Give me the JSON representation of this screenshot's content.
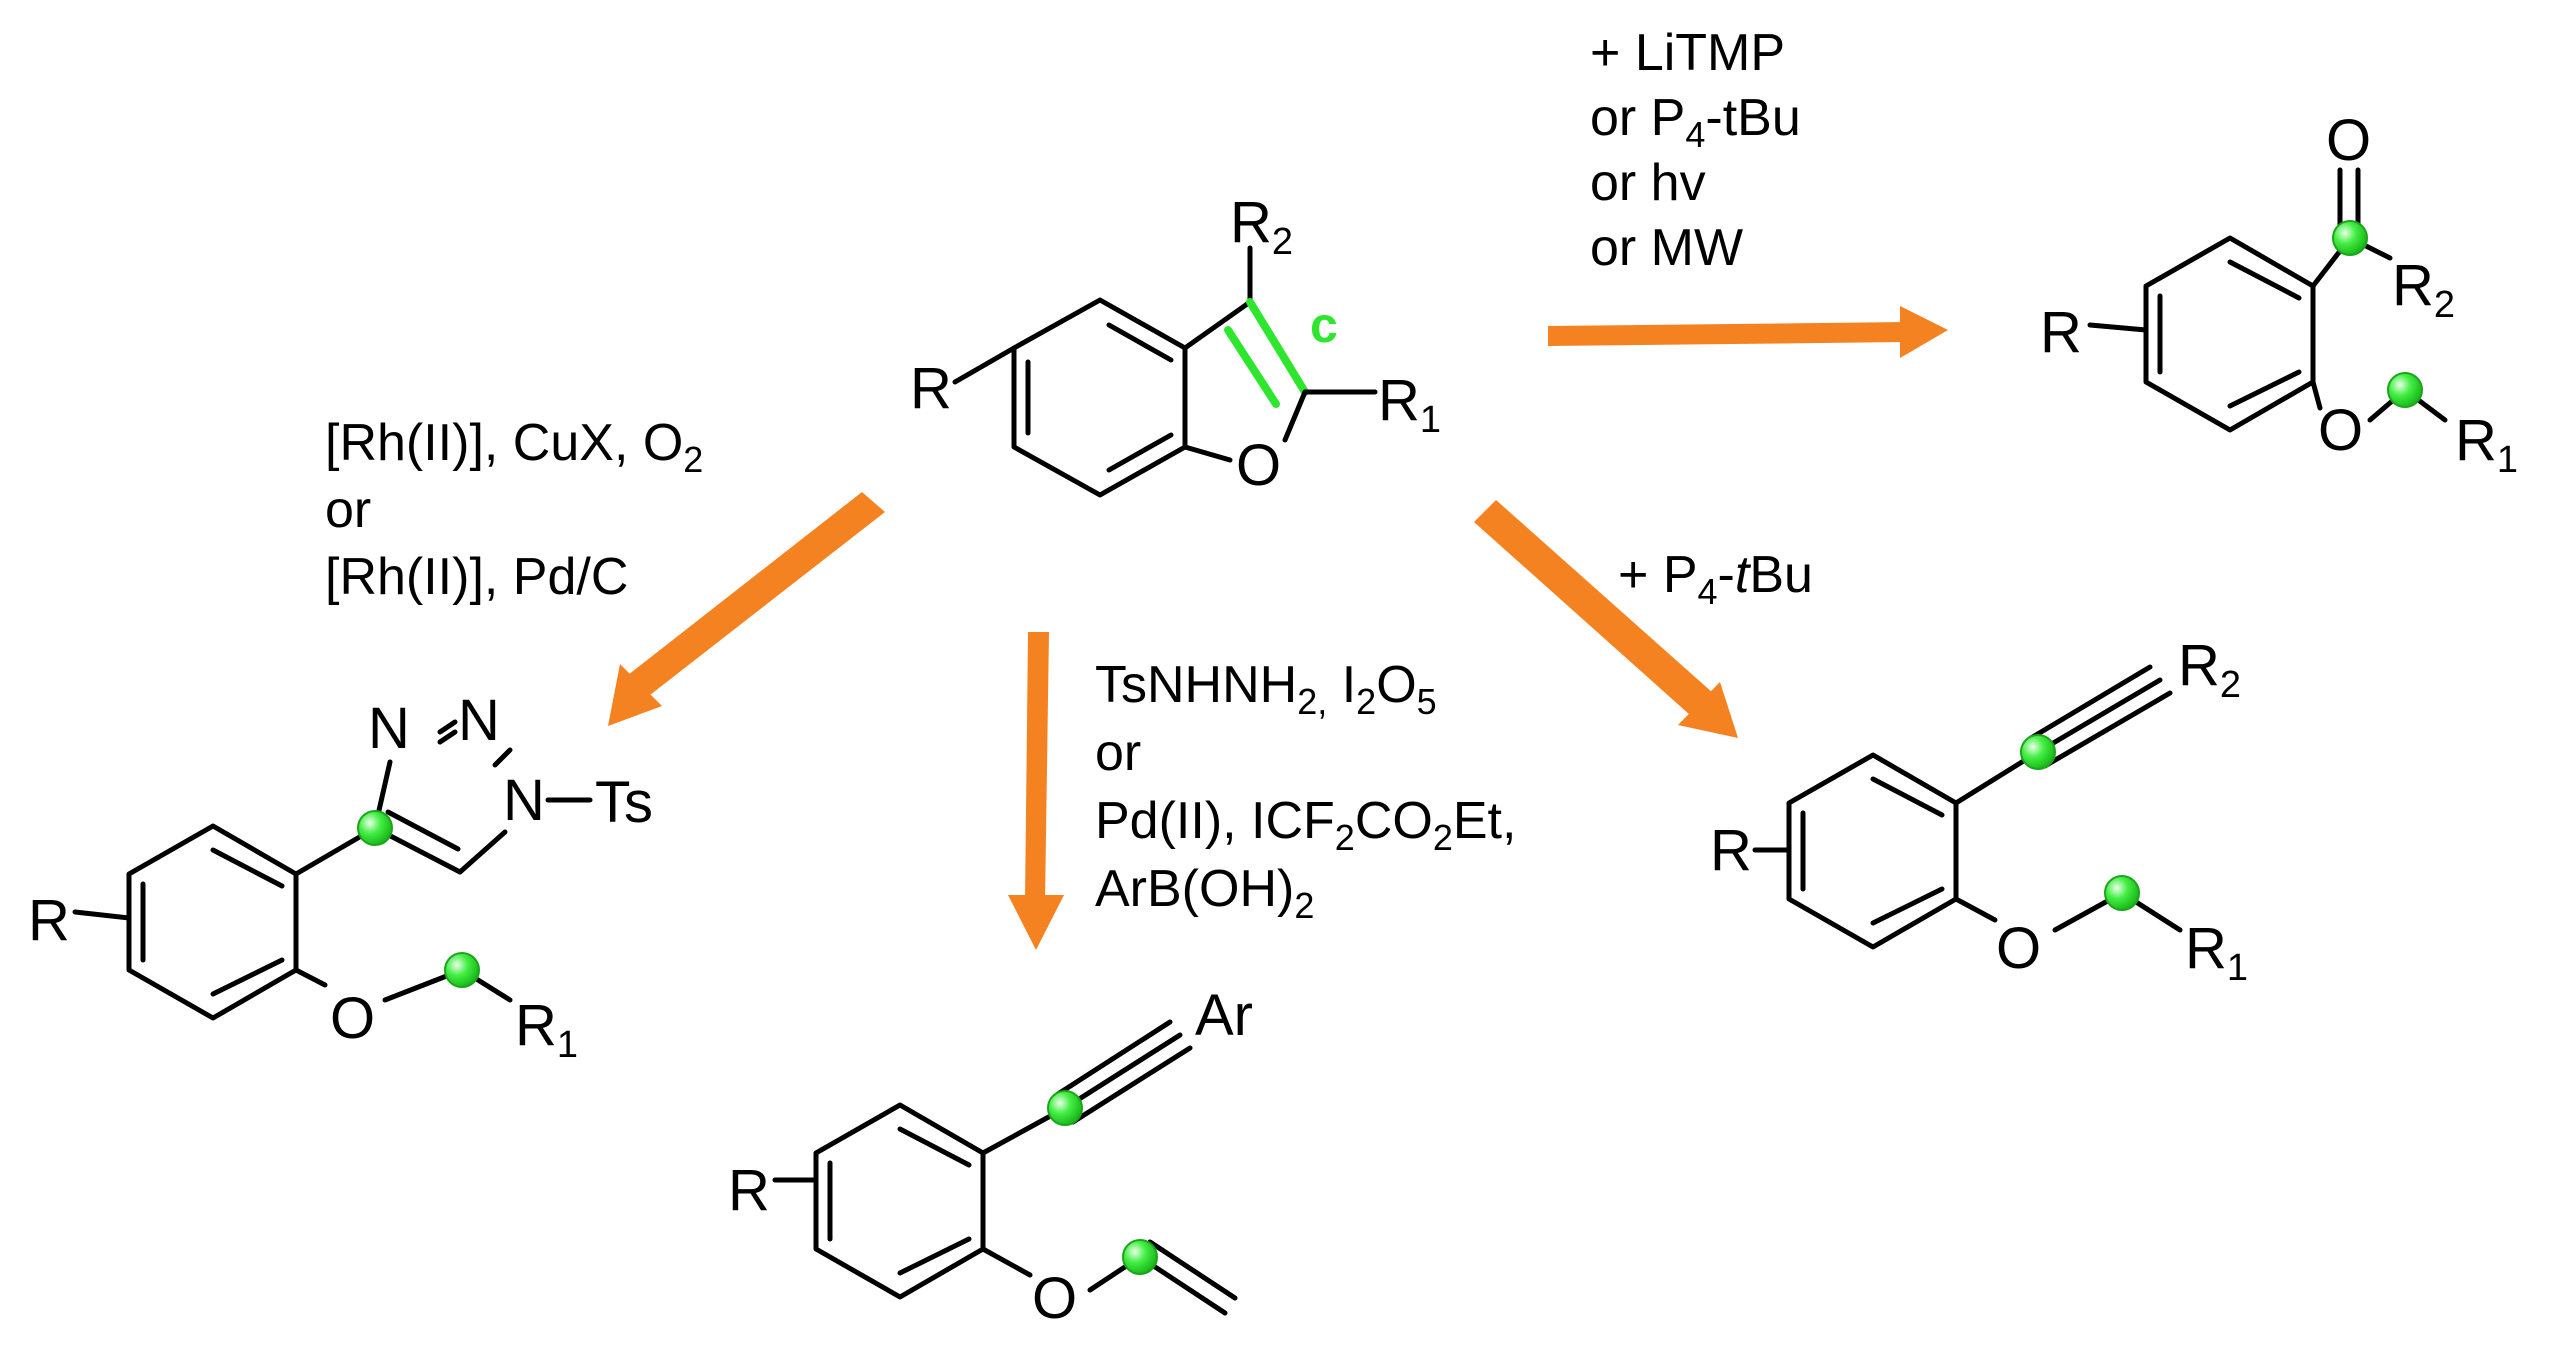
{
  "colors": {
    "arrow": "#f58220",
    "highlight_ball": "#33ee33",
    "highlight_bond": "#2ee62e",
    "bond": "#000000"
  },
  "center": {
    "r": "R",
    "r1": "R",
    "r1_sub": "1",
    "r2": "R",
    "r2_sub": "2",
    "o": "O",
    "bond_label": "c"
  },
  "conditions": {
    "top_right": {
      "line1": "+ LiTMP",
      "line2_pre": "or  P",
      "line2_sub": "4",
      "line2_post": "-tBu",
      "line3": "or hv",
      "line4": "or MW"
    },
    "left": {
      "line1_pre": "[Rh(II)],  CuX, O",
      "line1_sub": "2",
      "line2": "or",
      "line3": "[Rh(II)],  Pd/C"
    },
    "middle": {
      "line1_pre": "TsNHNH",
      "line1_sub": "2,",
      "line1_mid": " I",
      "line1_sub2": "2",
      "line1_mid2": "O",
      "line1_sub3": "5",
      "line2": "or",
      "line3_pre": "Pd(II), ICF",
      "line3_sub": "2",
      "line3_mid": "CO",
      "line3_sub2": "2",
      "line3_post": "Et,",
      "line4_pre": "ArB(OH)",
      "line4_sub": "2"
    },
    "right": {
      "line1_pre": "+  P",
      "line1_sub": "4",
      "line1_dash": "-",
      "line1_italic": "t",
      "line1_post": "Bu"
    }
  },
  "products": {
    "ketone": {
      "r": "R",
      "o_carbonyl": "O",
      "o_ether": "O",
      "r1": "R",
      "r1_sub": "1",
      "r2": "R",
      "r2_sub": "2"
    },
    "triazole": {
      "r": "R",
      "n1": "N",
      "n2": "N",
      "n3": "N",
      "ts": "Ts",
      "o": "O",
      "r1": "R",
      "r1_sub": "1"
    },
    "alkyne_ar": {
      "r": "R",
      "ar": "Ar",
      "o": "O"
    },
    "alkyne_r2": {
      "r": "R",
      "r2": "R",
      "r2_sub": "2",
      "o": "O",
      "r1": "R",
      "r1_sub": "1"
    }
  }
}
